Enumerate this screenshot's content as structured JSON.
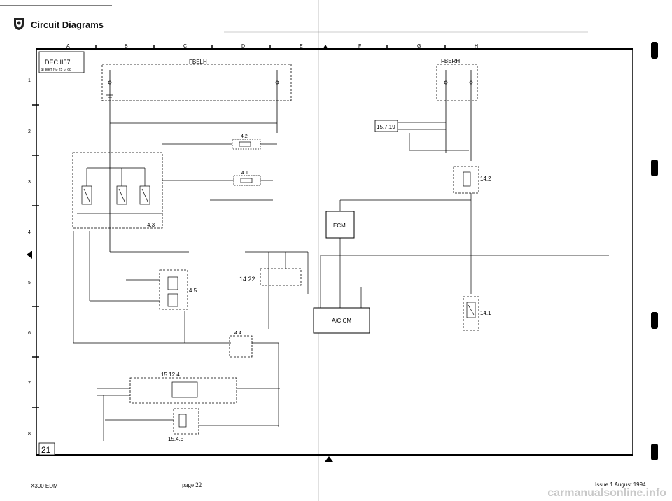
{
  "header": {
    "title": "Circuit Diagrams"
  },
  "footer": {
    "left": "X300 EDM",
    "center": "page 22",
    "right": "Issue 1 August 1994"
  },
  "watermark": "carmanualsonline.info",
  "title_block": {
    "code": "DEC II57",
    "sheet": "SHEET No  25  of  68",
    "page_ref": "21"
  },
  "grid": {
    "columns": [
      "A",
      "B",
      "C",
      "D",
      "E",
      "F",
      "G",
      "H"
    ],
    "rows": [
      "1",
      "2",
      "3",
      "4",
      "5",
      "6",
      "7",
      "8"
    ]
  },
  "components": {
    "fuse_box_lh": "FBELH",
    "fuse_box_rh": "FBERH",
    "ref_15_7_19": "15.7.19",
    "ref_4_2": "4.2",
    "ref_4_1": "4.1",
    "ref_4_3": "4.3",
    "ref_4_5": "4.5",
    "ref_4_4": "4.4",
    "ref_14_22": "14.22",
    "ref_14_2": "14.2",
    "ref_14_1": "14.1",
    "ref_15_12_4": "15.12.4",
    "ref_15_4_5": "15.4.5",
    "ecm": "ECM",
    "ac_cm": "A/C CM"
  }
}
